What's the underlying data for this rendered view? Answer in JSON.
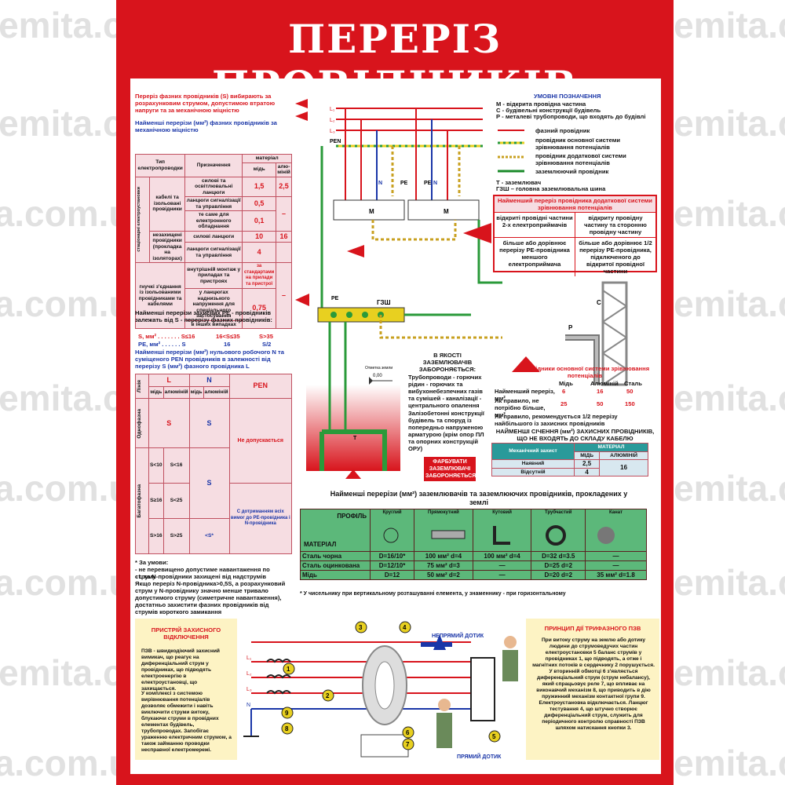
{
  "watermark": "demita.com.ua",
  "title": "ПЕРЕРІЗ ПРОВІДНИКІВ",
  "intro": {
    "p1": "Переріз фазних провідників (S) вибирають за розрахунковим струмом, допустимою втратою напруги та за механічною міцністю",
    "p2": "Найменші перерізи (мм²) фазних провідників за механічною міцністю"
  },
  "mech_table": {
    "h_type": "Тип електропроводки",
    "h_purpose": "Призначення",
    "h_material": "матеріал",
    "h_cu": "мідь",
    "h_al": "алю-міній",
    "g_stationary": "стаціонарні електроустановки",
    "g_flexible": "гнучкі з'єднання із ізольованими провідниками та кабелями",
    "r_cable": "кабелі та ізольовані провідники",
    "r_bare": "незахищені провідники (прокладка на ізоляторах)",
    "rows": [
      {
        "purpose": "силові та освітлювальні ланцюги",
        "cu": "1,5",
        "al": "2,5"
      },
      {
        "purpose": "ланцюги сигналізації та управління",
        "cu": "0,5",
        "al": ""
      },
      {
        "purpose": "те саме для електронного обладнання",
        "cu": "0,1",
        "al": "–"
      },
      {
        "purpose": "силові ланцюги",
        "cu": "10",
        "al": "16"
      },
      {
        "purpose": "ланцюги сигналізації та управління",
        "cu": "4",
        "al": ""
      },
      {
        "purpose": "внутрішній монтаж у приладах та пристроях",
        "cu": "за стандартами на прилади та пристрої",
        "al": "–"
      },
      {
        "purpose": "у ланцюгах наднизького напруження для спеціального застосування",
        "cu": "0,75",
        "al": ""
      },
      {
        "purpose": "в інших випадках",
        "cu": "",
        "al": ""
      }
    ]
  },
  "pe": {
    "title": "Найменші перерізи захисних PE - провідників залежать від S - перерізу фазних провідників:",
    "row1": [
      "S, мм² . . . . . . . S≤16",
      "16<S≤35",
      "S>35"
    ],
    "row2": [
      "PE, мм² . . . . . . S",
      "16",
      "S/2"
    ],
    "title2": "Найменші перерізи (мм²) нульового робочого N та суміщеного PEN провідників в залежності від перерізу S (мм²) фазного провідника L"
  },
  "n_table": {
    "h_line": "Лінія",
    "h_l": "L",
    "h_n": "N",
    "h_pen": "PEN",
    "h_cu": "мідь",
    "h_al": "алюміній",
    "single": "Однофазна",
    "multi": "Багатофазна",
    "s": "S",
    "not_allowed": "Не допускається",
    "rows": [
      [
        "S<10",
        "S<16"
      ],
      [
        "S≥16",
        "S<25"
      ],
      [
        "S>16",
        "S>25"
      ]
    ],
    "n_s": "S",
    "n_star": "<S*",
    "n_note": "С дотриманням всіх вимог до PE-провідника і N-провідника"
  },
  "conditions": {
    "head": "* За умови:",
    "lines": [
      "- не перевищено допустиме навантаження по струму",
      "- L та N-провідники захищені від надструмів",
      "Якщо переріз N-провідника>0,5S, а розрахунковий струм у N-провіднику значно менше тривало допустимого струму (симетричне навантаження), достатньо захистити фазних провідників від струмів короткого замикання"
    ]
  },
  "legend": {
    "title": "УМОВНІ ПОЗНАЧЕННЯ",
    "lines": [
      "М - відкрита провідна частина",
      "С - будівельні конструкції будівель",
      "Р - металеві трубопроводи, що входять до будівлі"
    ],
    "items": [
      {
        "label": "фазний провідник",
        "color": "#d8141c"
      },
      {
        "label": "провідник основної системи зрівнювання потенціалів",
        "color": "#2a9a3a"
      },
      {
        "label": "провідник додаткової системи зрівнювання потенціалів",
        "color": "#c8a020"
      },
      {
        "label": "заземлюючий провідник",
        "color": "#1a8a2a"
      }
    ],
    "t": "Т - заземлювач",
    "gzsh": "ГЗШ – головна заземлювальна шина"
  },
  "add_box": {
    "title": "Найменший переріз провідника додаткової системи зрівнювання потенціалів",
    "c1": "відкриті провідні частини 2-х електроприймачів",
    "c2": "відкриту провідну частину та сторонню провідну частину",
    "c3": "більше або дорівнює перерізу PE-провідника меншого електроприймача",
    "c4": "більше або дорівнює 1/2 перерізу PE-провідника, підключеного до відкритої провідної частини"
  },
  "diagram": {
    "L1": "L₁",
    "L2": "L₂",
    "L3": "L₃",
    "PEN": "PEN",
    "N": "N",
    "PE": "PE",
    "M": "M",
    "C": "С",
    "P": "Р",
    "T": "Т",
    "gzsh": "ГЗШ",
    "level": "Отметка земли",
    "zero": "0,00"
  },
  "forbidden": {
    "title": "В ЯКОСТІ ЗАЗЕМЛЮВАЧІВ ЗАБОРОНЯЄТЬСЯ:",
    "items": [
      "Трубопроводи - горючих рідин - горючих та вибухонебезпечних газів та сумішей - каналізації - центрального опалення",
      "Залізобетонні конструкції будівель та споруд із попередньо напруженою арматурою (крім опор ПЛ та опорних конструкцій ОРУ)"
    ],
    "paint": "ФАРБУВАТИ ЗАЗЕМЛЮВАЧІ ЗАБОРОНЯЄТЬСЯ!"
  },
  "conductors": {
    "title": "Провідники основної системи зрівнювання потенціалів",
    "h": [
      "Мідь",
      "Алюміній",
      "Сталь"
    ],
    "r1_label": "Найменший переріз, мм²",
    "r1": [
      "6",
      "16",
      "50"
    ],
    "r2_label": "Як правило, не потрібно більше, мм²",
    "r2": [
      "25",
      "50",
      "150"
    ],
    "note": "Як правило, рекомендується 1/2 перерізу найбільшого із захисних провідників"
  },
  "cable_table": {
    "title": "НАЙМЕНШІ СІЧЕННЯ (мм²) ЗАХИСНИХ ПРОВІДНИКІВ, ЩО НЕ ВХОДЯТЬ ДО СКЛАДУ КАБЕЛЮ",
    "h_mech": "Механічний захист",
    "h_mat": "МАТЕРІАЛ",
    "h_cu": "МІДЬ",
    "h_al": "АЛЮМІНІЙ",
    "r1": [
      "Наявний",
      "2,5"
    ],
    "r2": [
      "Відсутній",
      "4"
    ],
    "al": "16"
  },
  "ground_table": {
    "title": "Найменші перерізи (мм²) заземлювачів та заземлюючих провідників, прокладених у землі",
    "h_profile": "ПРОФІЛЬ",
    "h_material": "МАТЕРІАЛ",
    "profiles": [
      "Круглий",
      "Прямокутний",
      "Кутовий",
      "Трубчастий",
      "Канат"
    ],
    "rows": [
      {
        "m": "Сталь чорна",
        "c": [
          "D=16/10*",
          "100 мм²  d=4",
          "100 мм²  d=4",
          "D=32  d=3.5",
          "—"
        ]
      },
      {
        "m": "Сталь оцинкована",
        "c": [
          "D=12/10*",
          "75 мм²  d=3",
          "—",
          "D=25  d=2",
          "—"
        ]
      },
      {
        "m": "Мідь",
        "c": [
          "D=12",
          "50 мм²  d=2",
          "—",
          "D=20  d=2",
          "35 мм²  d=1.8"
        ]
      }
    ],
    "footnote": "* У чисельнику при вертикальному розташуванні елемента, у знаменнику - при горизонтальному"
  },
  "rcd": {
    "title": "ПРИСТРІЙ ЗАХИСНОГО ВІДКЛЮЧЕННЯ",
    "p1": "ПЗВ - швидкодіючий захисний вимикач, що реагує на диференціальний струм у провідниках, що підводять електроенергію в електроустановці, що захищається.",
    "p2": "У комплексі з системою вирівнювання потенціалів дозволяє обмежити і навіть виключити струми витоку, блукаючи струми в провідних елементах будівель, трубопроводах. Запобігає ураженню електричним струмом, а також займанню проводки несправної електромережі."
  },
  "rcd_diagram": {
    "indirect": "НЕПРЯМИЙ ДОТИК",
    "direct": "ПРЯМИЙ ДОТИК",
    "nums": [
      "1",
      "2",
      "3",
      "4",
      "5",
      "6",
      "7",
      "8",
      "9"
    ],
    "L1": "L₁",
    "L2": "L₂",
    "L3": "L₃",
    "N": "N"
  },
  "principle": {
    "title": "ПРИНЦИП ДІЇ ТРИФАЗНОГО ПЗВ",
    "text": "При витоку струму на землю або дотику людини до струмоведучих частин електроустановки 5 баланс струмів у провідниках 1, що підводять, а отже і магнітних потоків в сердечнику 2 порушується. У вторинній обмотці 6 з'являється диференціальний струм (струм небалансу), який спрацьовує реле 7, що впливає на виконавчий механізм 8, що приводить в дію пружинний механізм контактної групи 9. Електроустановка відключається. Ланцюг тестування 4, що штучно створює диференціальний струм, служить для періодичного контролю справності ПЗВ шляхом натискання кнопки 3."
  },
  "colors": {
    "brand_red": "#d8141c",
    "green": "#2a9a3a",
    "yellow": "#e8d020",
    "blue": "#1a36a8"
  }
}
